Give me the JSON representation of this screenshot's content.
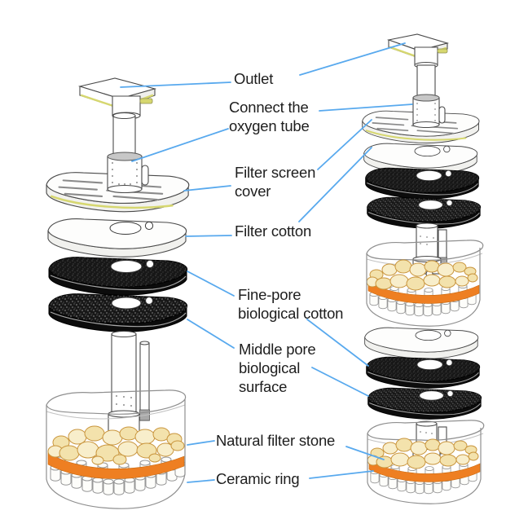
{
  "diagram": {
    "labels": [
      {
        "id": "outlet",
        "text": "Outlet"
      },
      {
        "id": "connect-oxygen-tube",
        "text": "Connect the oxygen tube"
      },
      {
        "id": "filter-screen-cover",
        "text": "Filter screen cover"
      },
      {
        "id": "filter-cotton",
        "text": "Filter cotton"
      },
      {
        "id": "fine-pore-biological-cotton",
        "text": "Fine-pore biological cotton"
      },
      {
        "id": "middle-pore-biological-surface",
        "text": "Middle pore biological surface"
      },
      {
        "id": "natural-filter-stone",
        "text": "Natural filter stone"
      },
      {
        "id": "ceramic-ring",
        "text": "Ceramic ring"
      }
    ],
    "colors": {
      "leader-blue": "#58a9ee",
      "accent-yellow": "#d6d76f",
      "stone-fill": "#f3e2ac",
      "stone-stroke": "#c9953d",
      "orange": "#ee7f22",
      "pad-black": "#171717"
    }
  }
}
